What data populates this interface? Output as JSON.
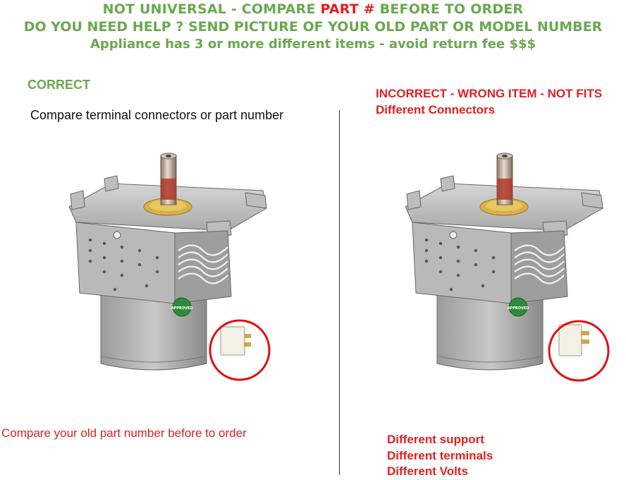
{
  "header": {
    "line1_a": "NOT UNIVERSAL - COMPARE ",
    "line1_red": "PART #",
    "line1_b": " BEFORE TO ORDER",
    "line2": "DO YOU NEED HELP ? SEND PICTURE OF YOUR OLD PART OR MODEL NUMBER",
    "line3": "Appliance has 3 or more different items  - avoid return fee $$$"
  },
  "left": {
    "status": "CORRECT",
    "instruction": "Compare terminal connectors or part number",
    "footer": "Compare your old part number before to order",
    "badge": "APPROVED"
  },
  "right": {
    "status": "INCORRECT - WRONG ITEM - NOT FITS",
    "subtitle": "Different Connectors",
    "differences": [
      "Different support",
      "Different terminals",
      "Different Volts"
    ]
  },
  "colors": {
    "green_text": "#6aa84f",
    "red_text": "#e02020",
    "circle": "#e01010"
  }
}
